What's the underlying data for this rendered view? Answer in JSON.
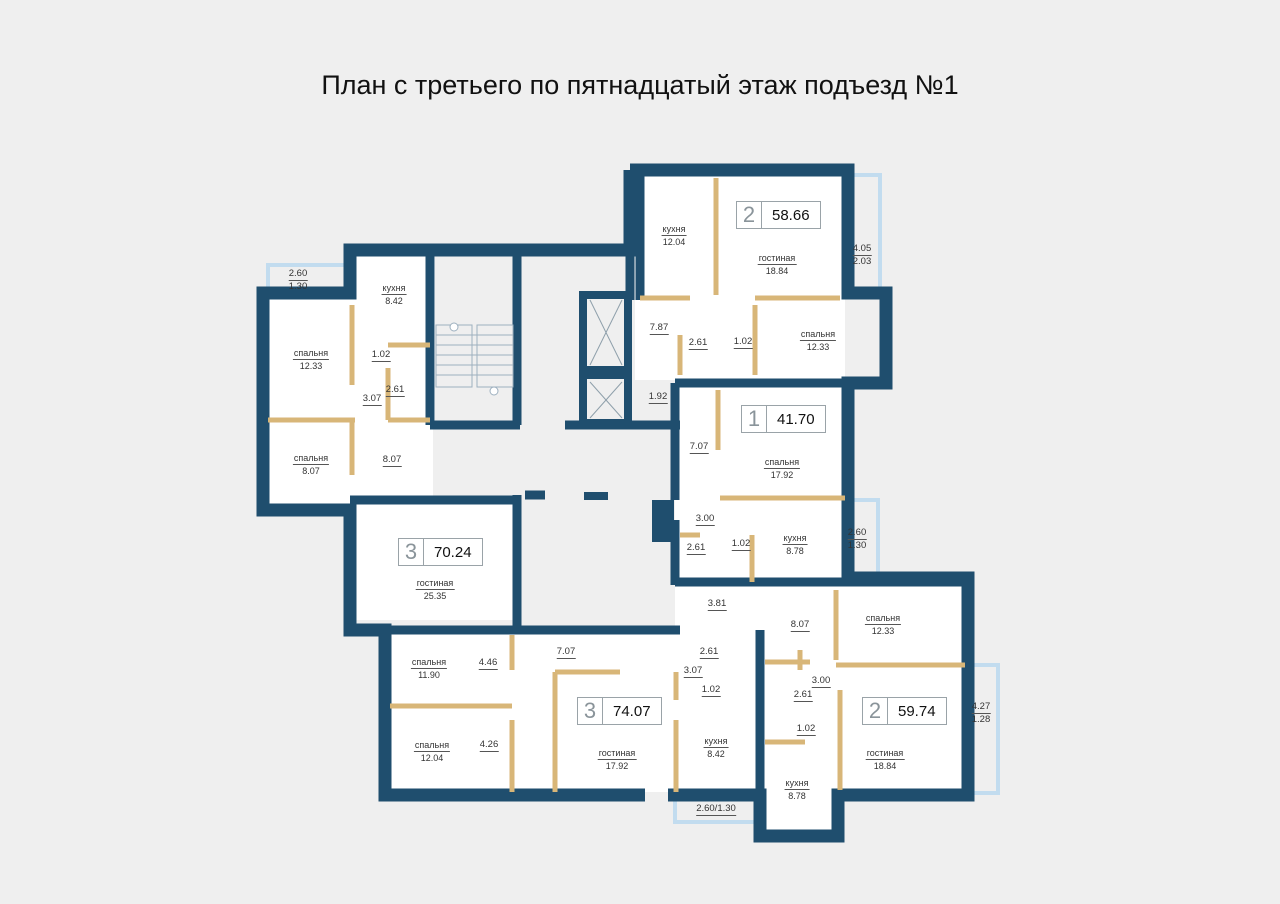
{
  "title": "План с третьего по пятнадцатый этаж подъезд №1",
  "colors": {
    "wall": "#1f4e6e",
    "partition": "#d8b678",
    "window": "#c2dcef",
    "background": "#efefef",
    "floor": "#ffffff"
  },
  "apartments": [
    {
      "rooms_count": "3",
      "area": "70.24",
      "rooms": [
        {
          "name": "кухня",
          "area": "8.42"
        },
        {
          "name": "спальня",
          "area": "12.33"
        },
        {
          "name": "спальня",
          "area": "8.07"
        },
        {
          "name": "гостиная",
          "area": "25.35"
        }
      ],
      "dims": [
        "1.02",
        "2.61",
        "3.07",
        "8.07"
      ],
      "balcony": {
        "top": "2.60",
        "bottom": "1.30"
      }
    },
    {
      "rooms_count": "2",
      "area": "58.66",
      "rooms": [
        {
          "name": "кухня",
          "area": "12.04"
        },
        {
          "name": "гостиная",
          "area": "18.84"
        },
        {
          "name": "спальня",
          "area": "12.33"
        }
      ],
      "dims": [
        "7.87",
        "2.61",
        "1.02",
        "1.92"
      ],
      "balcony": {
        "top": "4.05",
        "bottom": "2.03"
      }
    },
    {
      "rooms_count": "1",
      "area": "41.70",
      "rooms": [
        {
          "name": "спальня",
          "area": "17.92"
        },
        {
          "name": "кухня",
          "area": "8.78"
        }
      ],
      "dims": [
        "7.07",
        "3.00",
        "2.61",
        "1.02"
      ],
      "balcony": {
        "top": "2.60",
        "bottom": "1.30"
      }
    },
    {
      "rooms_count": "2",
      "area": "59.74",
      "rooms": [
        {
          "name": "спальня",
          "area": "12.33"
        },
        {
          "name": "гостиная",
          "area": "18.84"
        },
        {
          "name": "кухня",
          "area": "8.78"
        }
      ],
      "dims": [
        "3.81",
        "8.07",
        "3.00",
        "2.61",
        "1.02"
      ],
      "balcony": {
        "top": "4.27",
        "bottom": "1.28"
      }
    },
    {
      "rooms_count": "3",
      "area": "74.07",
      "rooms": [
        {
          "name": "спальня",
          "area": "11.90"
        },
        {
          "name": "спальня",
          "area": "12.04"
        },
        {
          "name": "гостиная",
          "area": "17.92"
        },
        {
          "name": "кухня",
          "area": "8.42"
        }
      ],
      "dims": [
        "4.46",
        "4.26",
        "7.07",
        "2.61",
        "3.07",
        "1.02"
      ],
      "balcony": {
        "label": "2.60/1.30"
      }
    }
  ]
}
